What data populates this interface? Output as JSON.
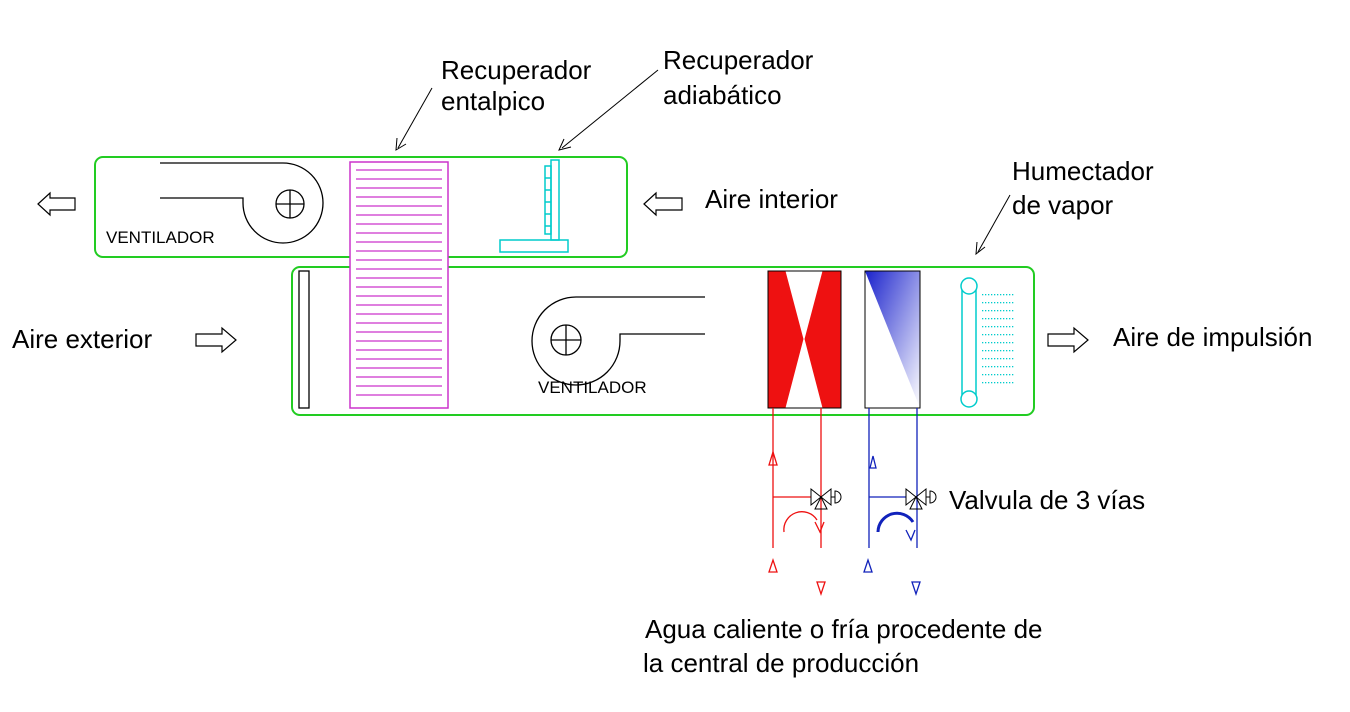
{
  "labels": {
    "recuperador_entalpico_1": "Recuperador",
    "recuperador_entalpico_2": "entalpico",
    "recuperador_adiabatico_1": "Recuperador",
    "recuperador_adiabatico_2": "adiabático",
    "humectador_1": "Humectador",
    "humectador_2": "de vapor",
    "aire_interior": "Aire interior",
    "aire_exterior": "Aire exterior",
    "aire_impulsion": "Aire de impulsión",
    "ventilador_top": "VENTILADOR",
    "ventilador_bottom": "VENTILADOR",
    "valvula": "Valvula de 3 vías",
    "agua_1": "Agua caliente o fría procedente de",
    "agua_2": "la central de producción"
  },
  "colors": {
    "housing": "#22cc22",
    "enthalpy": "#cc33cc",
    "adiabatic": "#00dddd",
    "hot": "#ee1111",
    "cold": "#1122bb",
    "line": "#000000"
  }
}
